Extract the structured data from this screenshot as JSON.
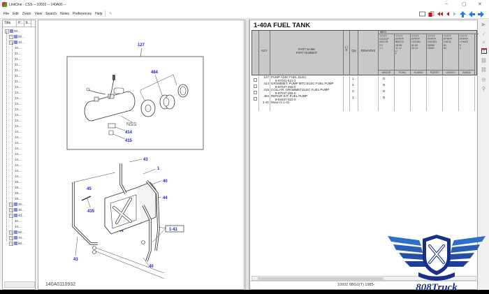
{
  "window": {
    "title": "LinkOne - CSS -- 10932 -- 140A00 --",
    "controls": {
      "minimize": "–",
      "maximize": "▢",
      "close": "✕"
    }
  },
  "menu": [
    "File",
    "Edit",
    "Zoom",
    "View",
    "Search",
    "Notes",
    "Preferences",
    "Help"
  ],
  "toolbar_icons": [
    "annotate-icon",
    "book-icon",
    "red-book-icon",
    "first-page-icon",
    "prev-page-icon",
    "next-page-icon",
    "nav-up-icon",
    "nav-back-icon",
    "nav-forward-icon"
  ],
  "tree": {
    "columns": [
      "Title",
      "P...",
      "E..."
    ],
    "items": [
      {
        "label": "00...",
        "level": 0,
        "expander": "−"
      },
      {
        "label": "00...",
        "level": 1,
        "expander": "+"
      },
      {
        "label": "10...",
        "level": 1,
        "expander": "−"
      },
      {
        "label": "10...",
        "level": 2
      },
      {
        "label": "11...",
        "level": 2
      },
      {
        "label": "11...",
        "level": 2
      },
      {
        "label": "11...",
        "level": 2
      },
      {
        "label": "11...",
        "level": 2
      },
      {
        "label": "11...",
        "level": 2
      },
      {
        "label": "11...",
        "level": 2
      },
      {
        "label": "13...",
        "level": 2
      },
      {
        "label": "13...",
        "level": 2
      },
      {
        "label": "13...",
        "level": 2
      },
      {
        "label": "13...",
        "level": 2
      },
      {
        "label": "13...",
        "level": 2
      },
      {
        "label": "13...",
        "level": 2
      },
      {
        "label": "13...",
        "level": 2
      },
      {
        "label": "13...",
        "level": 2
      },
      {
        "label": "14...",
        "level": 2
      },
      {
        "label": "14...",
        "level": 2
      },
      {
        "label": "14...",
        "level": 2
      },
      {
        "label": "14...",
        "level": 2
      },
      {
        "label": "14...",
        "level": 2
      },
      {
        "label": "14...",
        "level": 2
      },
      {
        "label": "14...",
        "level": 2
      },
      {
        "label": "14...",
        "level": 2
      },
      {
        "label": "14...",
        "level": 2
      },
      {
        "label": "15...",
        "level": 2
      },
      {
        "label": "15...",
        "level": 2
      },
      {
        "label": "15...",
        "level": 2
      },
      {
        "label": "15...",
        "level": 2
      },
      {
        "label": "20...",
        "level": 1,
        "expander": "+"
      },
      {
        "label": "30...",
        "level": 1,
        "expander": "+"
      },
      {
        "label": "40...",
        "level": 1,
        "expander": "−"
      },
      {
        "label": "40...",
        "level": 2
      },
      {
        "label": "44...",
        "level": 2
      },
      {
        "label": "50...",
        "level": 1,
        "expander": "+"
      },
      {
        "label": "70...",
        "level": 1,
        "expander": "+"
      },
      {
        "label": "80...",
        "level": 1,
        "expander": "+"
      }
    ]
  },
  "drawing": {
    "callouts": [
      "127",
      "484",
      "NSS",
      "414",
      "415",
      "43",
      "1",
      "40",
      "45",
      "44",
      "435",
      "44",
      "1-41",
      "43",
      "40"
    ],
    "footer_code": "140A0110932"
  },
  "parts": {
    "title": "1-40A  FUEL TANK",
    "headers": {
      "key": "KEY",
      "part_name": "PART NAME",
      "part_number": "PART NUMBER",
      "lr": "L / R",
      "qty": "Qty",
      "remarks": "REMARKS",
      "group": "6BG1"
    },
    "variant_columns": [
      {
        "code": "TTTTT\nGGGGP\nAACCB\n0 0\n1 1",
        "footer": "ABCDE"
      },
      {
        "code": "TTTTT\nPPPPP\nBBCCC\n08 08\n11 12\nU\nF",
        "footer": "FGHIJ"
      },
      {
        "code": "TTTTT\nPPPPP\nCCDDD\n80 80\n34 12",
        "footer": "KLMNO"
      },
      {
        "code": "TTTTT\nPPPPP\nDDDDD\n08080\n34587",
        "footer": "PQRST"
      },
      {
        "code": "TTTTT\nPPPPP\nDDEJL\n81\n84",
        "footer": "UVWXY"
      },
      {
        "code": "TTTTT\nPPPPP\nLYWXZ\n0\n1",
        "footer": "ZABCD"
      }
    ],
    "rows": [
      {
        "key": "127",
        "name": "PUMP ASM; FUEL,ELEC",
        "number": "8-97041-521-2",
        "qty": "1",
        "mark": "D"
      },
      {
        "key": "414",
        "name": "GROMMET; PUMP MTG,ELEC FUEL PUMP",
        "number": "8-97047-266-0",
        "qty": "2",
        "mark": "D"
      },
      {
        "key": "415",
        "name": "COLLAR; GROMMET,ELEC FUEL PUMP",
        "number": "8-97047-265-0",
        "qty": "2",
        "mark": "D"
      },
      {
        "key": "484",
        "name": "REPAIR KIT; FUEL PUMP",
        "number": "8-94337-022-0",
        "qty": "1",
        "mark": "D"
      },
      {
        "key": "1-41",
        "name": "Move to 1-41",
        "number": "",
        "qty": "",
        "mark": ""
      }
    ],
    "status": "10932 6BG1(T) 1985-"
  },
  "right_tools": [
    "▶",
    "✓",
    "✕",
    "table-icon",
    "link-icon",
    "unlink-icon",
    "binoculars-icon",
    "search-icon"
  ],
  "watermark": {
    "text": "808Truck",
    "primary_color": "#1a2f8a",
    "accent_color": "#2f7fd6"
  },
  "colors": {
    "callout_blue": "#1a1ae6",
    "header_gray": "#c8c8c8"
  }
}
